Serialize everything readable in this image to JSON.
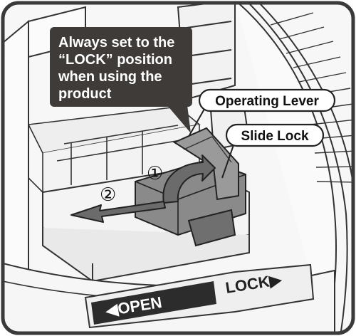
{
  "callout": {
    "lines": [
      "Always set to the",
      "“LOCK” position",
      "when using the",
      "product"
    ]
  },
  "labels": {
    "operating_lever": "Operating Lever",
    "slide_lock": "Slide Lock"
  },
  "steps": {
    "step1": "①",
    "step2": "②"
  },
  "indicator": {
    "open": "◀OPEN",
    "lock": "LOCK▶"
  },
  "colors": {
    "frame": "#3a3a3a",
    "callout_bg": "#3e3b39",
    "callout_text": "#ffffff",
    "mechanism_fill": "#7c7c7c",
    "mechanism_dark": "#555555",
    "arrow_fill": "#6b6b6b",
    "open_band": "#2c2c2c",
    "line": "#333333"
  }
}
